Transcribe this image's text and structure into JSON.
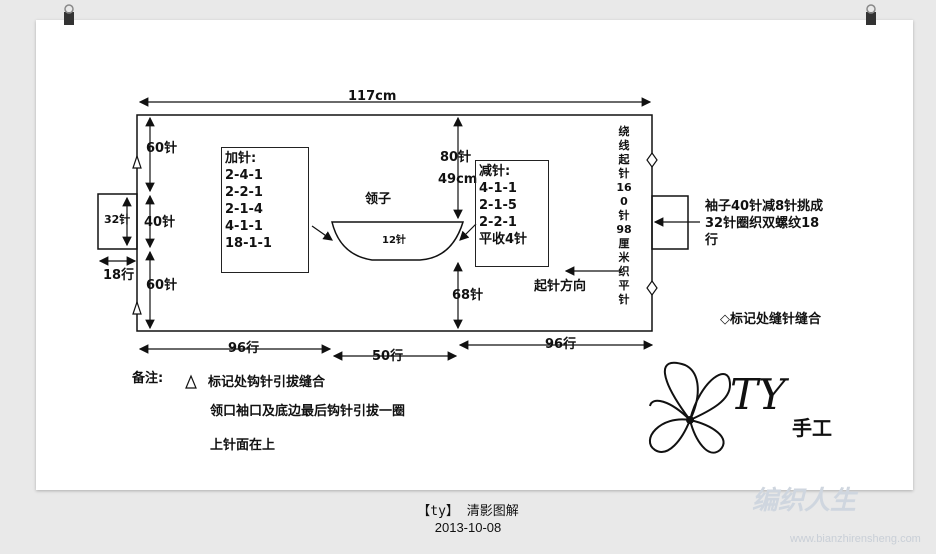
{
  "diagram": {
    "width_label": "117cm",
    "left_top_label": "60针",
    "left_mid_label": "40针",
    "left_bottom_label": "60针",
    "cuff_left_label": "32针",
    "cuff_left_rows": "18行",
    "increase_title": "加针:",
    "increase_rows": [
      "2-4-1",
      "2-2-1",
      "2-1-4",
      "4-1-1",
      "18-1-1"
    ],
    "neck_label": "领子",
    "neck_inner": "12针",
    "decrease_title": "减针:",
    "decrease_rows": [
      "4-1-1",
      "2-1-5",
      "2-2-1",
      "平收4针"
    ],
    "center_top_label": "80针",
    "center_width_label": "49cm",
    "center_bottom_label": "68针",
    "cast_on_note": "绕线起针160针98厘米织平针",
    "sleeve_note": [
      "袖子40针减8针挑成",
      "32针圈织双螺纹18",
      "行"
    ],
    "direction_label": "起针方向",
    "seam_note": "◇标记处缝针缝合",
    "bottom_left_rows": "96行",
    "bottom_mid_rows": "50行",
    "bottom_right_rows": "96行"
  },
  "notes": {
    "title": "备注:",
    "triangle_note": "标记处钩针引拔缝合",
    "line2": "领口袖口及底边最后钩针引拔一圈",
    "line3": "上针面在上"
  },
  "logo": {
    "letters": "TY",
    "suffix": "手工"
  },
  "caption": {
    "title": "【ty】 清影图解",
    "date": "2013-10-08"
  },
  "watermark": {
    "text": "编织人生",
    "url": "www.bianzhirensheng.com"
  }
}
